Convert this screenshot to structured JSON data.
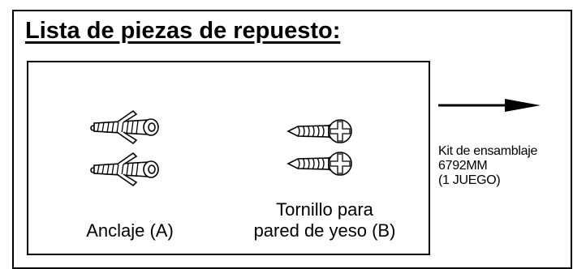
{
  "title": "Lista de piezas de repuesto:",
  "parts": [
    {
      "name": "Anclaje (A)",
      "icon": "wall-anchor-icon",
      "quantity": 2
    },
    {
      "name_lines": [
        "Tornillo para",
        "pared de yeso (B)"
      ],
      "icon": "drywall-screw-icon",
      "quantity": 2
    }
  ],
  "kit": {
    "lines": [
      "Kit de ensamblaje",
      "6792MM",
      "(1 JUEGO)"
    ],
    "icon": "arrow-right-icon"
  }
}
